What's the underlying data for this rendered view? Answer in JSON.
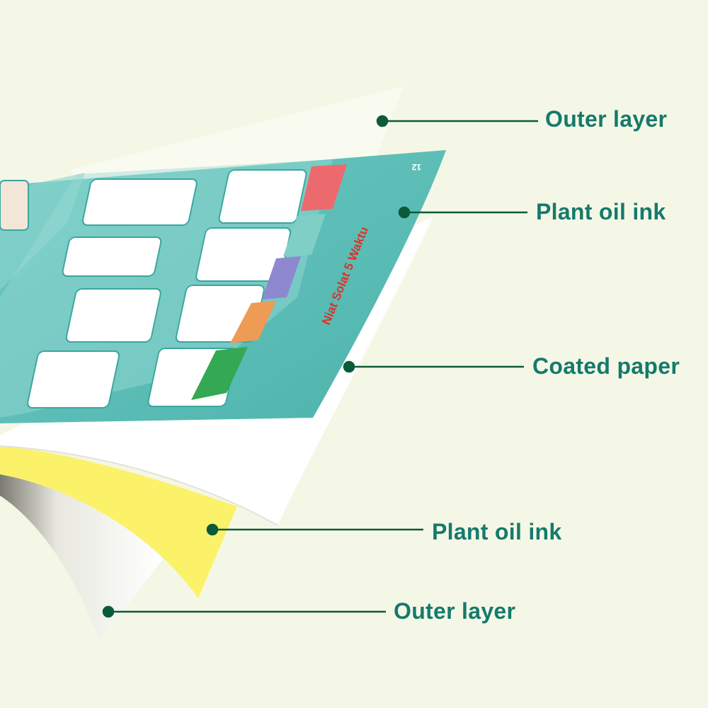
{
  "labels": [
    {
      "text": "Outer layer"
    },
    {
      "text": "Plant oil ink"
    },
    {
      "text": "Coated paper"
    },
    {
      "text": "Plant oil ink"
    },
    {
      "text": "Outer layer"
    }
  ],
  "sheet": {
    "title": "Niat Solat 5 Waktu",
    "page_number": "12"
  },
  "colors": {
    "background": "#f5f7e6",
    "label_text": "#157a6c",
    "leader_dot": "#0b5a3a",
    "teal_sheet": "#5bbfb8",
    "yellow_sheet": "#fbf26a",
    "title_red": "#e0302a"
  }
}
